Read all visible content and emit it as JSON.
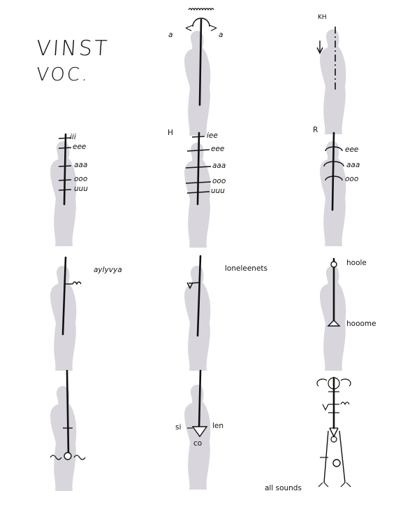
{
  "title": {
    "line1": "VINST",
    "line2": "VOC."
  },
  "panels": [
    {
      "id": "p1",
      "labels": {
        "left": "a",
        "right": "a"
      }
    },
    {
      "id": "p2",
      "labels": {
        "top": "KH"
      }
    },
    {
      "id": "p3",
      "labels": {
        "l1": "iii",
        "l2": "eee",
        "l3": "aaa",
        "l4": "ooo",
        "l5": "uuu"
      }
    },
    {
      "id": "p4",
      "labels": {
        "mark": "H",
        "l1": "iee",
        "l2": "eee",
        "l3": "aaa",
        "l4": "ooo",
        "l5": "uuu"
      }
    },
    {
      "id": "p5",
      "labels": {
        "mark": "R",
        "l2": "eee",
        "l3": "aaa",
        "l4": "ooo"
      }
    },
    {
      "id": "p6",
      "labels": {
        "side": "aylyvya"
      }
    },
    {
      "id": "p7",
      "labels": {
        "side": "loneleenets"
      }
    },
    {
      "id": "p8",
      "labels": {
        "top": "hoole",
        "bottom": "hooome"
      }
    },
    {
      "id": "p9",
      "labels": {}
    },
    {
      "id": "p10",
      "labels": {
        "left": "si",
        "right": "len",
        "below": "co"
      }
    },
    {
      "id": "p11",
      "labels": {
        "caption": "all sounds"
      }
    }
  ]
}
